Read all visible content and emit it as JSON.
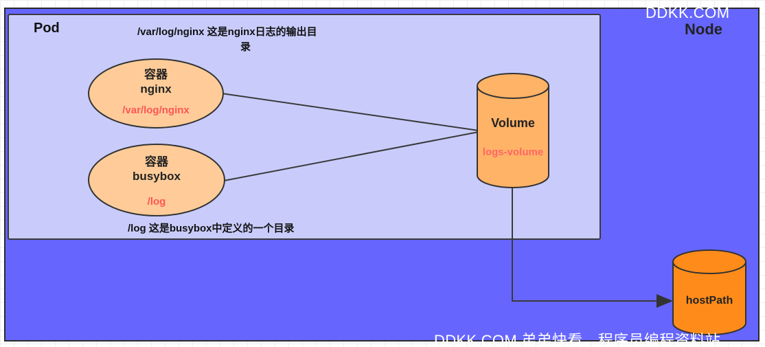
{
  "watermark": {
    "top": "DDKK.COM",
    "bottom": "DDKK.COM 弟弟快看，程序员编程资料站"
  },
  "node": {
    "title": "Node"
  },
  "pod": {
    "title": "Pod",
    "nginx_note_line1": "/var/log/nginx 这是nginx日志的输出目",
    "nginx_note_line2": "录",
    "busybox_note": "/log 这是busybox中定义的一个目录"
  },
  "containers": [
    {
      "title_line1": "容器",
      "title_line2": "nginx",
      "path": "/var/log/nginx"
    },
    {
      "title_line1": "容器",
      "title_line2": "busybox",
      "path": "/log"
    }
  ],
  "volume": {
    "name": "Volume",
    "sub": "logs-volume"
  },
  "host_path": {
    "name": "hostPath"
  },
  "colors": {
    "node_fill": "#6666ff",
    "pod_fill": "#c9ccfb",
    "container_fill": "#ffcc99",
    "volume_fill": "#ffb366",
    "hostpath_fill": "#ff8c1a",
    "path_text": "#ff5555"
  }
}
